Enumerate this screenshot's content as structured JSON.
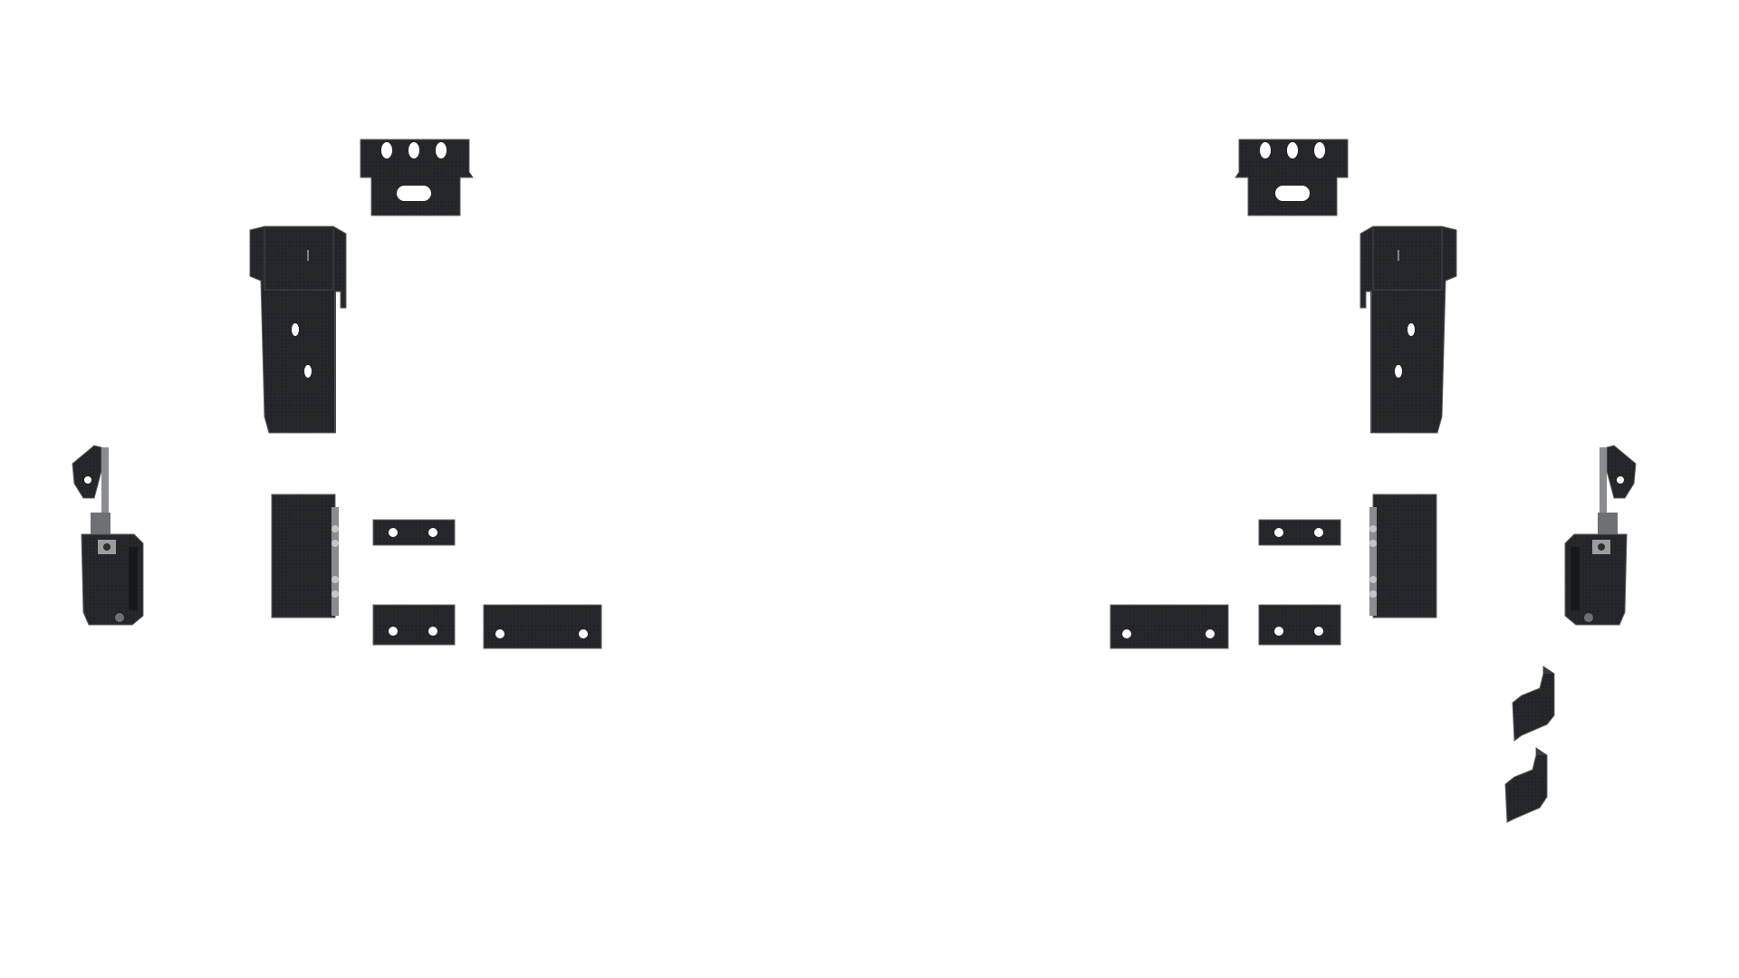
{
  "background_color": "#ffffff",
  "part_colors": {
    "steel": "#232528",
    "steel_face": "#2b2d31",
    "steel_shadow": "#17181a",
    "hole": "#ffffff",
    "edge": "#5d6066",
    "hardware": "#9a9ca0"
  },
  "parts": {
    "top_plate_three_slot": 2,
    "upright_bracket": 2,
    "hinge_bracket": 2,
    "vertical_plate": 2,
    "small_flat_plate": 4,
    "long_flat_plate": 2,
    "curved_hook_bracket": 2
  }
}
